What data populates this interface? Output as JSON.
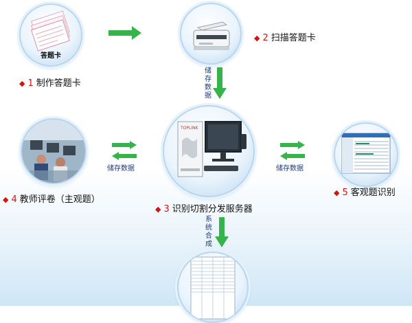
{
  "nodes": {
    "card": {
      "text": "答题卡"
    },
    "server": {
      "brand": "TOPLINK"
    }
  },
  "steps": [
    {
      "num": "1",
      "label": "制作答题卡"
    },
    {
      "num": "2",
      "label": "扫描答题卡"
    },
    {
      "num": "3",
      "label": "识别切割分发服务器"
    },
    {
      "num": "4",
      "label": "教师评卷（主观题）"
    },
    {
      "num": "5",
      "label": "客观题识别"
    }
  ],
  "connectors": {
    "scan_to_server": "储存数据",
    "teacher_server": "储存数据",
    "server_objective": "储存数据",
    "server_down": "系统合成"
  },
  "colors": {
    "arrow": "#36b34a",
    "number": "#d21414",
    "connector_text": "#1f3a78"
  }
}
